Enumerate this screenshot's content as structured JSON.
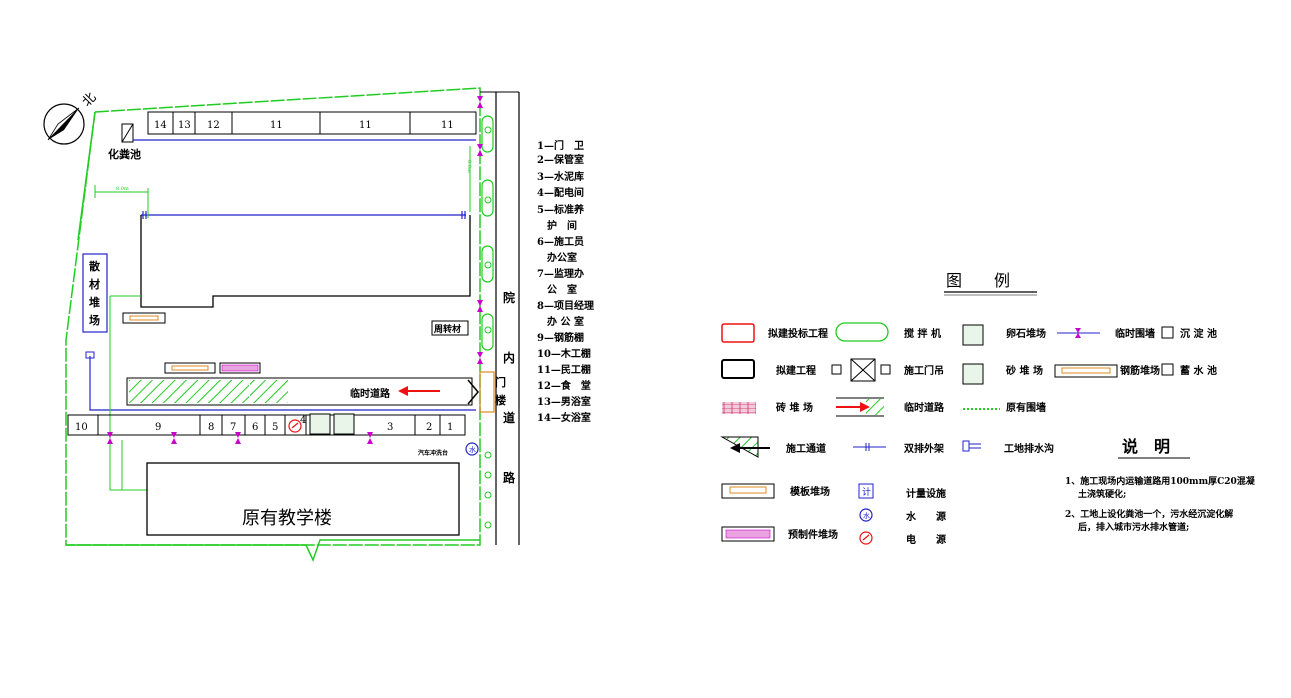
{
  "site_plan": {
    "north_label": "北",
    "septic_tank_label": "化粪池",
    "scattered_material_yard": "散材堆场",
    "turnover_material": "周转材",
    "temp_road_label": "临时道路",
    "gate_label": "门楼",
    "street_label": "院内道路",
    "wash_station_label": "汽车冲洗台",
    "existing_building_label": "原有教学楼",
    "top_rooms": [
      "14",
      "13",
      "12",
      "11",
      "11",
      "11"
    ],
    "bottom_rooms": [
      "10",
      "9",
      "8",
      "7",
      "6",
      "5",
      "4",
      "3",
      "2",
      "1"
    ],
    "dimension_label": "8.0m"
  },
  "facility_list": [
    "1—门　卫",
    "2—保管室",
    "3—水泥库",
    "4—配电间",
    "5—标准养",
    "　护　间",
    "6—施工员",
    "　办公室",
    "7—监理办",
    "　公　室",
    "8—项目经理",
    "　办 公 室",
    "9—钢筋棚",
    "10—木工棚",
    "11—民工棚",
    "12—食　堂",
    "13—男浴室",
    "14—女浴室"
  ],
  "legend": {
    "title": "图　　例",
    "items": {
      "proposed_bid_project": "拟建投标工程",
      "mixer": "搅 拌 机",
      "gravel_yard": "卵石堆场",
      "temp_fence": "临时围墙",
      "sedimentation_tank": "沉 淀 池",
      "proposed_project": "拟建工程",
      "construction_gate": "施工门吊",
      "sand_yard": "砂 堆 场",
      "steel_yard": "钢筋堆场",
      "cistern": "蓄 水 池",
      "brick_yard": "砖 堆 场",
      "temp_road": "临时道路",
      "existing_fence": "原有围墙",
      "construction_passage": "施工通道",
      "double_scaffold": "双排外架",
      "drainage_ditch": "工地排水沟",
      "formwork_yard": "模板堆场",
      "metering": "计量设施",
      "water_source": "水　　源",
      "precast_yard": "预制件堆场",
      "power_source": "电　　源"
    }
  },
  "notes": {
    "title": "说　明",
    "note1_line1": "1、施工现场内运输道路用100mm厚C20混凝",
    "note1_line2": "土浇筑硬化;",
    "note2_line1": "2、工地上设化粪池一个，污水经沉淀化解",
    "note2_line2": "后，排入城市污水排水管道;"
  },
  "colors": {
    "fence_green": "#22cc22",
    "road_blue": "#2222cc",
    "marker_magenta": "#cc00cc",
    "red": "#ee1111",
    "orange": "#dd8822"
  }
}
